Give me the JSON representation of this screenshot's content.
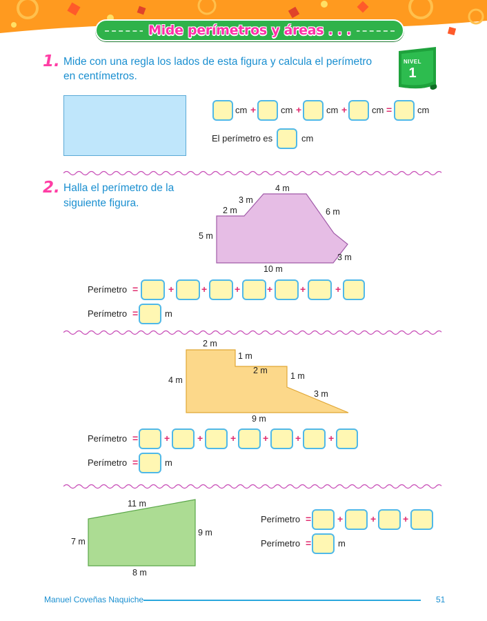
{
  "title": "Mide perímetros y áreas . . .",
  "nivel": {
    "label": "NIVEL",
    "number": "1"
  },
  "q1": {
    "number": "1.",
    "text_line1": "Mide con una regla los lados de esta figura y calcula el perímetro",
    "text_line2": "en centímetros.",
    "unit": "cm",
    "plus": "+",
    "equals": "=",
    "result_label": "El perímetro es",
    "result_unit": "cm"
  },
  "q2": {
    "number": "2.",
    "text_line1": "Halla el perímetro de la",
    "text_line2": "siguiente figura.",
    "perimeter_label": "Perímetro",
    "equals": "=",
    "plus": "+",
    "unit": "m"
  },
  "fig_a": {
    "top": "4 m",
    "upper_left": "3 m",
    "step": "2 m",
    "right_upper": "6 m",
    "left": "5 m",
    "right_lower": "3 m",
    "bottom": "10 m"
  },
  "fig_b": {
    "top": "2 m",
    "step_v1": "1 m",
    "step_h": "2 m",
    "step_v2": "1 m",
    "slant": "3 m",
    "left": "4 m",
    "bottom": "9 m"
  },
  "fig_c": {
    "top": "11 m",
    "left": "7 m",
    "right": "9 m",
    "bottom": "8 m"
  },
  "footer": {
    "author": "Manuel Coveñas Naquiche",
    "page": "51"
  },
  "colors": {
    "accent": "#ff3ea5",
    "blue": "#1a8fd0",
    "green": "#2fb24a",
    "box_fill": "#fff7b3",
    "box_border": "#4fb8e8"
  }
}
